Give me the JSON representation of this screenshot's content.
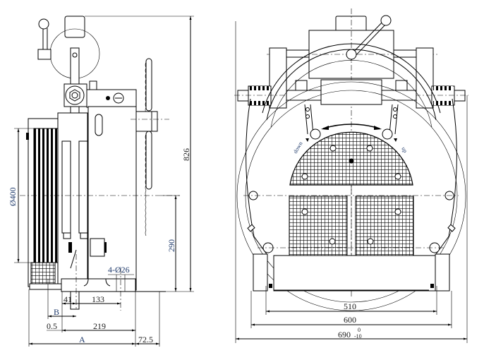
{
  "drawing": {
    "side_view": {
      "dimensions": {
        "diameter": "Ø400",
        "height_total": "826",
        "height_shaft": "290",
        "holes": "4-Ø26",
        "d41": "41",
        "d133": "133",
        "dB": "B",
        "d05": "0.5",
        "d219": "219",
        "dA": "A",
        "d725": "72.5"
      }
    },
    "front_view": {
      "dimensions": {
        "d510": "510",
        "d600": "600",
        "d690": "690",
        "d690_tol_upper": "0",
        "d690_tol_lower": "-10"
      },
      "labels": {
        "down": "down",
        "up": "up"
      }
    },
    "colors": {
      "line": "#000000",
      "dim_text": "#1f3a6b"
    }
  }
}
